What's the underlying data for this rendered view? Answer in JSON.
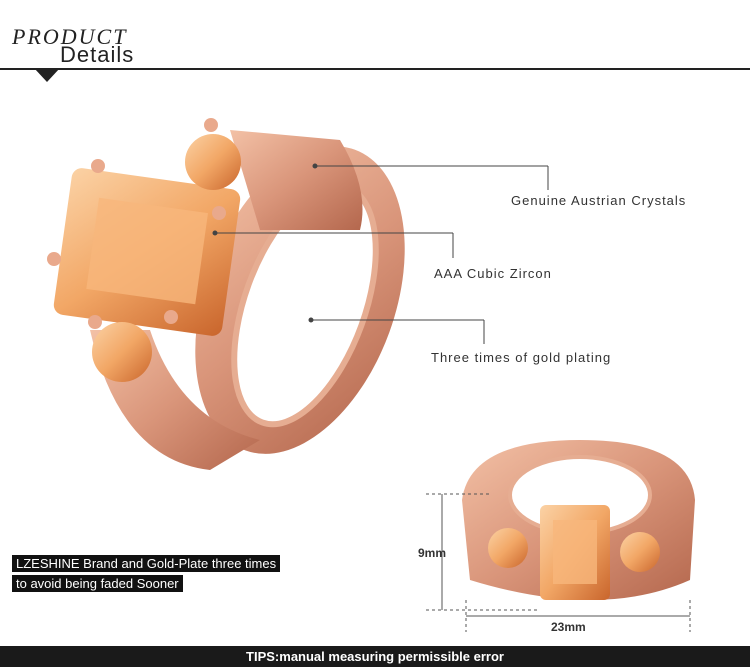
{
  "header": {
    "product": "PRODUCT",
    "details": "Details"
  },
  "callouts": {
    "crystals": "Genuine Austrian Crystals",
    "zircon": "AAA Cubic Zircon",
    "plating": "Three times of gold plating"
  },
  "brand": {
    "line1": "LZESHINE Brand and Gold-Plate three times",
    "line2": "to avoid being faded Sooner"
  },
  "dimensions": {
    "height": "9mm",
    "width": "23mm"
  },
  "tips": "TIPS:manual measuring permissible error",
  "colors": {
    "rose_gold": "#d9957a",
    "stone": "#f2a766",
    "bar": "#1a1a1a"
  }
}
